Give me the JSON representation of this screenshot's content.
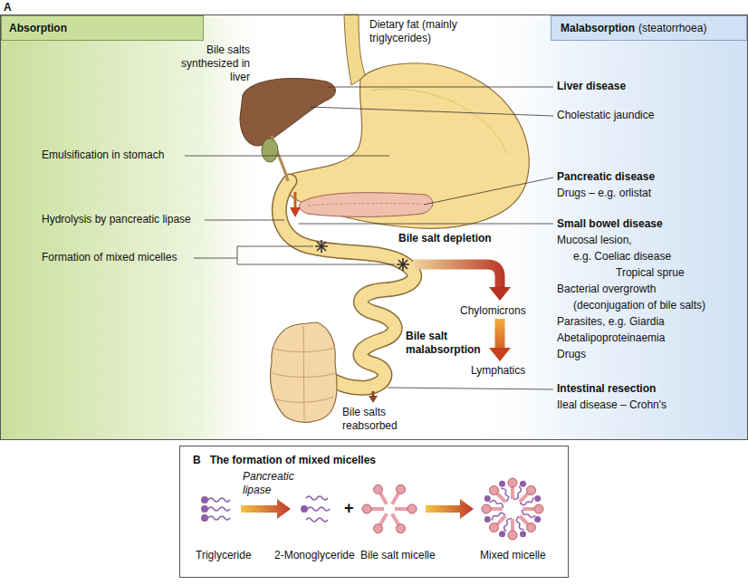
{
  "diagram": {
    "nodes": [
      {
        "text": [
          "A"
        ]
      },
      {
        "text": [
          "Absorption"
        ],
        "in": 0
      },
      {
        "text": [
          "Malabsorption",
          "(steatorrhoea)"
        ],
        "in": 0
      },
      {
        "text": [
          "B",
          "The formation of mixed micelles"
        ]
      }
    ],
    "labels": [
      "Bile salts synthesized in liver",
      "Dietary fat (mainly triglycerides)",
      "Emulsification in stomach",
      "Hydrolysis by pancreatic lipase",
      "Formation of mixed micelles",
      "Bile salt depletion",
      "Chylomicrons",
      "Lymphatics",
      "Bile salt malabsorption",
      "Bile salts reabsorbed",
      "Liver disease",
      "Cholestatic jaundice",
      "Pancreatic disease",
      "Drugs – e.g. orlistat",
      "Small bowel disease",
      "Mucosal lesion,",
      "e.g. Coeliac disease",
      "Tropical sprue",
      "Bacterial overgrowth",
      "(deconjugation of bile salts)",
      "Parasites, e.g. Giardia",
      "Abetalipoproteinaemia",
      "Drugs",
      "Intestinal resection",
      "Ileal disease – Crohn's",
      "Pancreatic lipase",
      "Triglyceride",
      "2-Monoglyceride",
      "+",
      "Bile salt micelle",
      "Mixed micelle"
    ]
  }
}
